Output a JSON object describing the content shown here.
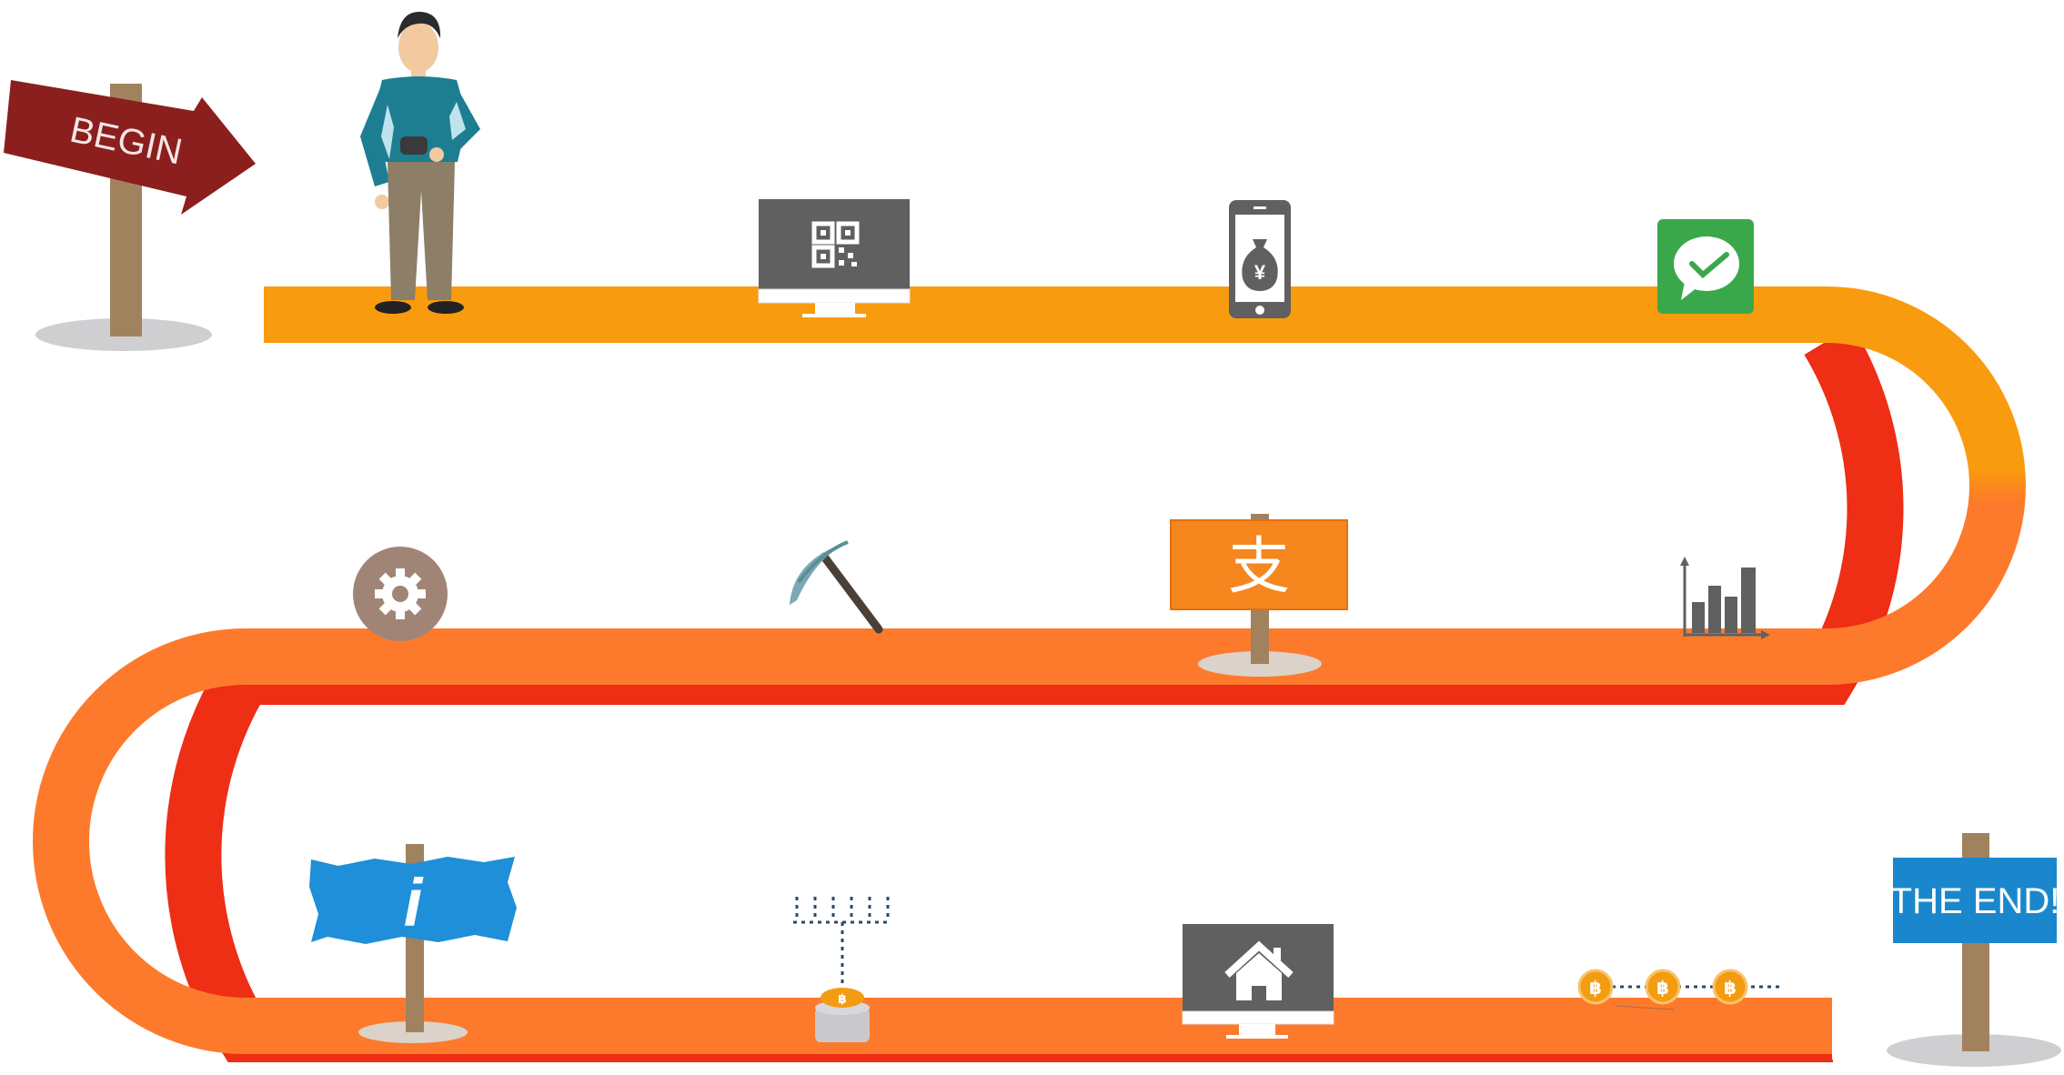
{
  "signs": {
    "begin": "BEGIN",
    "end": "THE END!",
    "alipay_char": "支",
    "info_char": "i",
    "yen": "¥"
  },
  "colors": {
    "road_orange": "#f99b0e",
    "road_deep": "#fd7a2c",
    "road_red_edge": "#ee2e15",
    "begin_sign": "#8b1f1d",
    "end_sign": "#1a87cc",
    "alipay_sign": "#f5871e",
    "info_sign": "#1e8fd8",
    "wechat": "#3aa84a",
    "monitor": "#606060",
    "gear_badge": "#a08577",
    "bitcoin": "#f39c12",
    "post_wood": "#a1825f"
  },
  "icons": [
    "person-figure",
    "qr-code-monitor-icon",
    "money-bag-phone-icon",
    "wechat-icon",
    "gear-icon",
    "pickaxe-icon",
    "alipay-sign-icon",
    "bar-chart-icon",
    "info-sign-icon",
    "bitcoin-mining-icon",
    "home-monitor-icon",
    "bitcoin-chain-icon"
  ]
}
